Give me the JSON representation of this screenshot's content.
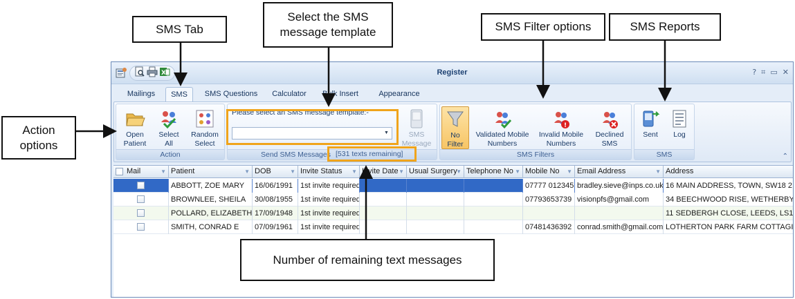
{
  "window": {
    "title": "Register"
  },
  "tabs": [
    "Mailings",
    "SMS",
    "SMS Questions",
    "Calculator",
    "Bulk Insert",
    "Appearance"
  ],
  "ribbon": {
    "action": {
      "label": "Action",
      "open_patient": "Open Patient",
      "select_all": "Select All",
      "random_select": "Random Select"
    },
    "send_sms": {
      "label": "Send SMS Messages",
      "template_prompt": "Please select an SMS message template:-",
      "template_value": "",
      "sms_message": "SMS Message",
      "texts_remaining": "[531 texts remaining]"
    },
    "filters": {
      "label": "SMS Filters",
      "no_filter": "No Filter",
      "validated": "Validated Mobile Numbers",
      "invalid": "Invalid Mobile Numbers",
      "declined": "Declined SMS"
    },
    "sms": {
      "label": "SMS",
      "sent": "Sent",
      "log": "Log"
    }
  },
  "grid": {
    "columns": [
      "Mail",
      "Patient",
      "DOB",
      "Invite Status",
      "Invite Date",
      "Usual Surgery",
      "Telephone No",
      "Mobile No",
      "Email Address",
      "Address"
    ],
    "rows": [
      {
        "patient": "ABBOTT, ZOE MARY",
        "dob": "16/06/1991",
        "status": "1st invite required",
        "date": "",
        "surgery": "",
        "tel": "",
        "mobile": "07777 012345",
        "email": "bradley.sieve@inps.co.uk",
        "address": "16 MAIN ADDRESS, TOWN, SW18 2"
      },
      {
        "patient": "BROWNLEE, SHEILA",
        "dob": "30/08/1955",
        "status": "1st invite required",
        "date": "",
        "surgery": "",
        "tel": "",
        "mobile": "07793653739",
        "email": "visionpfs@gmail.com",
        "address": "34 BEECHWOOD RISE, WETHERBY"
      },
      {
        "patient": "POLLARD, ELIZABETH",
        "dob": "17/09/1948",
        "status": "1st invite required",
        "date": "",
        "surgery": "",
        "tel": "",
        "mobile": "",
        "email": "",
        "address": "11 SEDBERGH CLOSE, LEEDS, LS1!"
      },
      {
        "patient": "SMITH, CONRAD E",
        "dob": "07/09/1961",
        "status": "1st invite required",
        "date": "",
        "surgery": "",
        "tel": "",
        "mobile": "07481436392",
        "email": "conrad.smith@gmail.com",
        "address": "LOTHERTON PARK FARM COTTAGI"
      }
    ]
  },
  "callouts": {
    "sms_tab": "SMS Tab",
    "select_template": "Select the SMS message template",
    "filter_options": "SMS Filter options",
    "reports": "SMS Reports",
    "action_options": "Action options",
    "remaining": "Number of remaining text messages"
  },
  "colors": {
    "highlight": "#f0a41b",
    "selected_row": "#3169c6"
  }
}
